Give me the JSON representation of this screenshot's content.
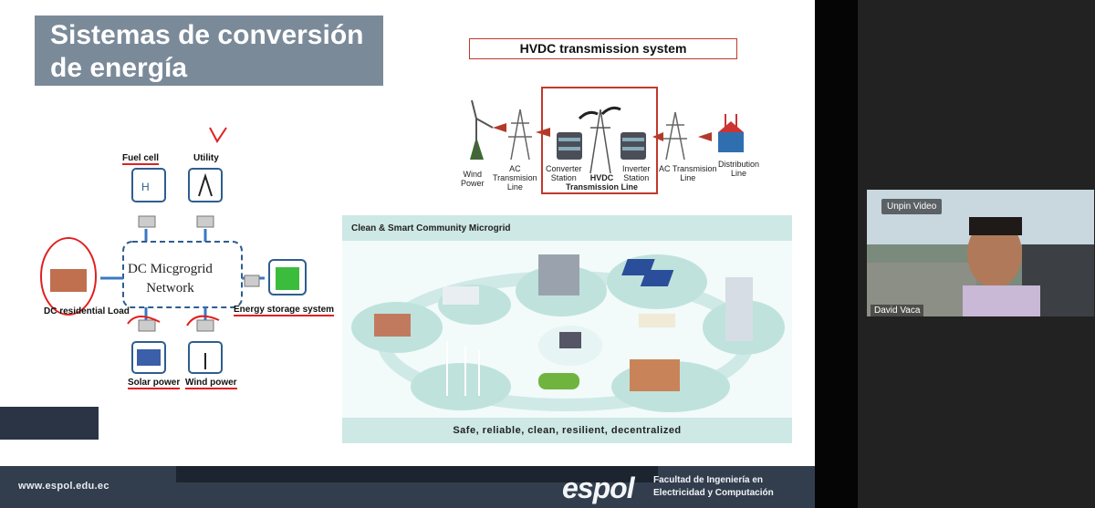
{
  "slide": {
    "title_line1": "Sistemas de conversión",
    "title_line2": "de energía",
    "footer_url": "www.espol.edu.ec",
    "logo_text": "espol",
    "faculty_line1": "Facultad de Ingeniería en",
    "faculty_line2": "Electricidad y Computación"
  },
  "hvdc": {
    "title": "HVDC  transmission system",
    "labels": {
      "wind_power": [
        "Wind",
        "Power"
      ],
      "ac_line_1": [
        "AC",
        "Transmision",
        "Line"
      ],
      "converter": [
        "Converter",
        "Station"
      ],
      "hvdc_line": [
        "HVDC",
        "Transmission Line"
      ],
      "inverter": [
        "Inverter",
        "Station"
      ],
      "ac_line_2": [
        "AC Transmision",
        "Line"
      ],
      "distribution": [
        "Distribution",
        "Line"
      ]
    }
  },
  "microgrid": {
    "header": "Clean & Smart Community Microgrid",
    "footer": "Safe, reliable, clean, resilient, decentralized"
  },
  "dc_diagram": {
    "fuel_cell": "Fuel cell",
    "utility": "Utility",
    "center_line1": "DC Micgrogrid",
    "center_line2": "Network",
    "residential": "DC residential Load",
    "storage": "Energy storage system",
    "solar": "Solar power",
    "wind": "Wind power"
  },
  "video": {
    "participant": "David Vaca",
    "unpin": "Unpin Video"
  },
  "colors": {
    "title_bg": "#7b8a99",
    "footer_bg": "#323e4e",
    "annotation_red": "#e02020",
    "microgrid_teal": "#cde8e5"
  }
}
